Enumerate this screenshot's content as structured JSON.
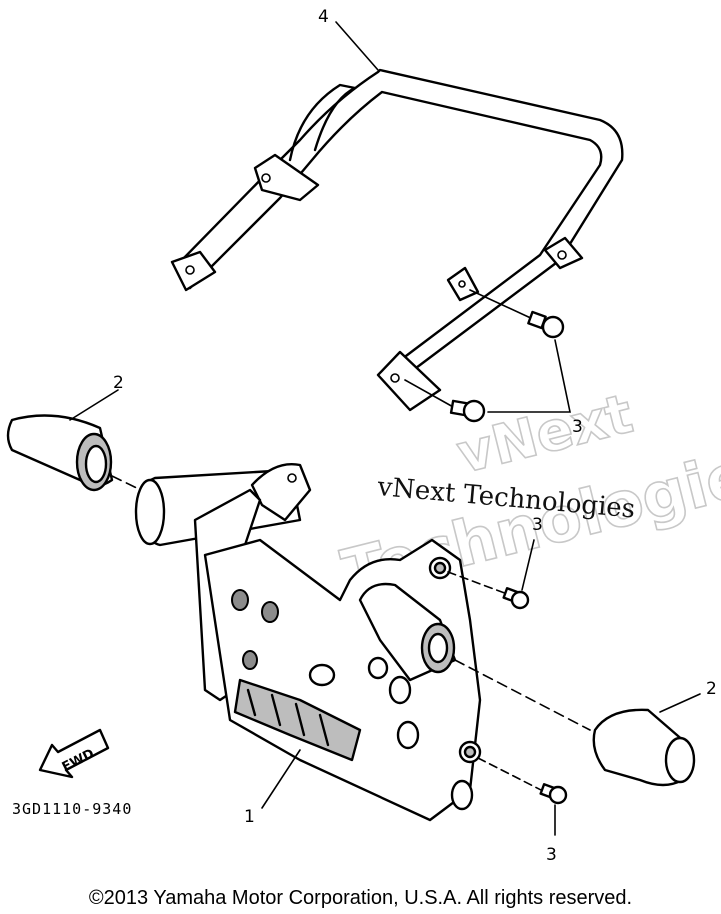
{
  "diagram": {
    "callouts": {
      "guard_bar": "1",
      "end_cap_left": "2",
      "end_cap_right": "2",
      "bolt_upper": "3",
      "bolt_lower": "3",
      "bolt_rear": "3",
      "rear_bar": "4"
    },
    "fwd_label": "FWD",
    "part_code": "3GD1110-9340",
    "watermark_dark": "vNext Technologies",
    "watermark_light_line1": "vNext",
    "watermark_light_line2": "Technologies"
  },
  "footer": {
    "copyright": "©2013 Yamaha Motor Corporation, U.S.A. All rights reserved."
  }
}
